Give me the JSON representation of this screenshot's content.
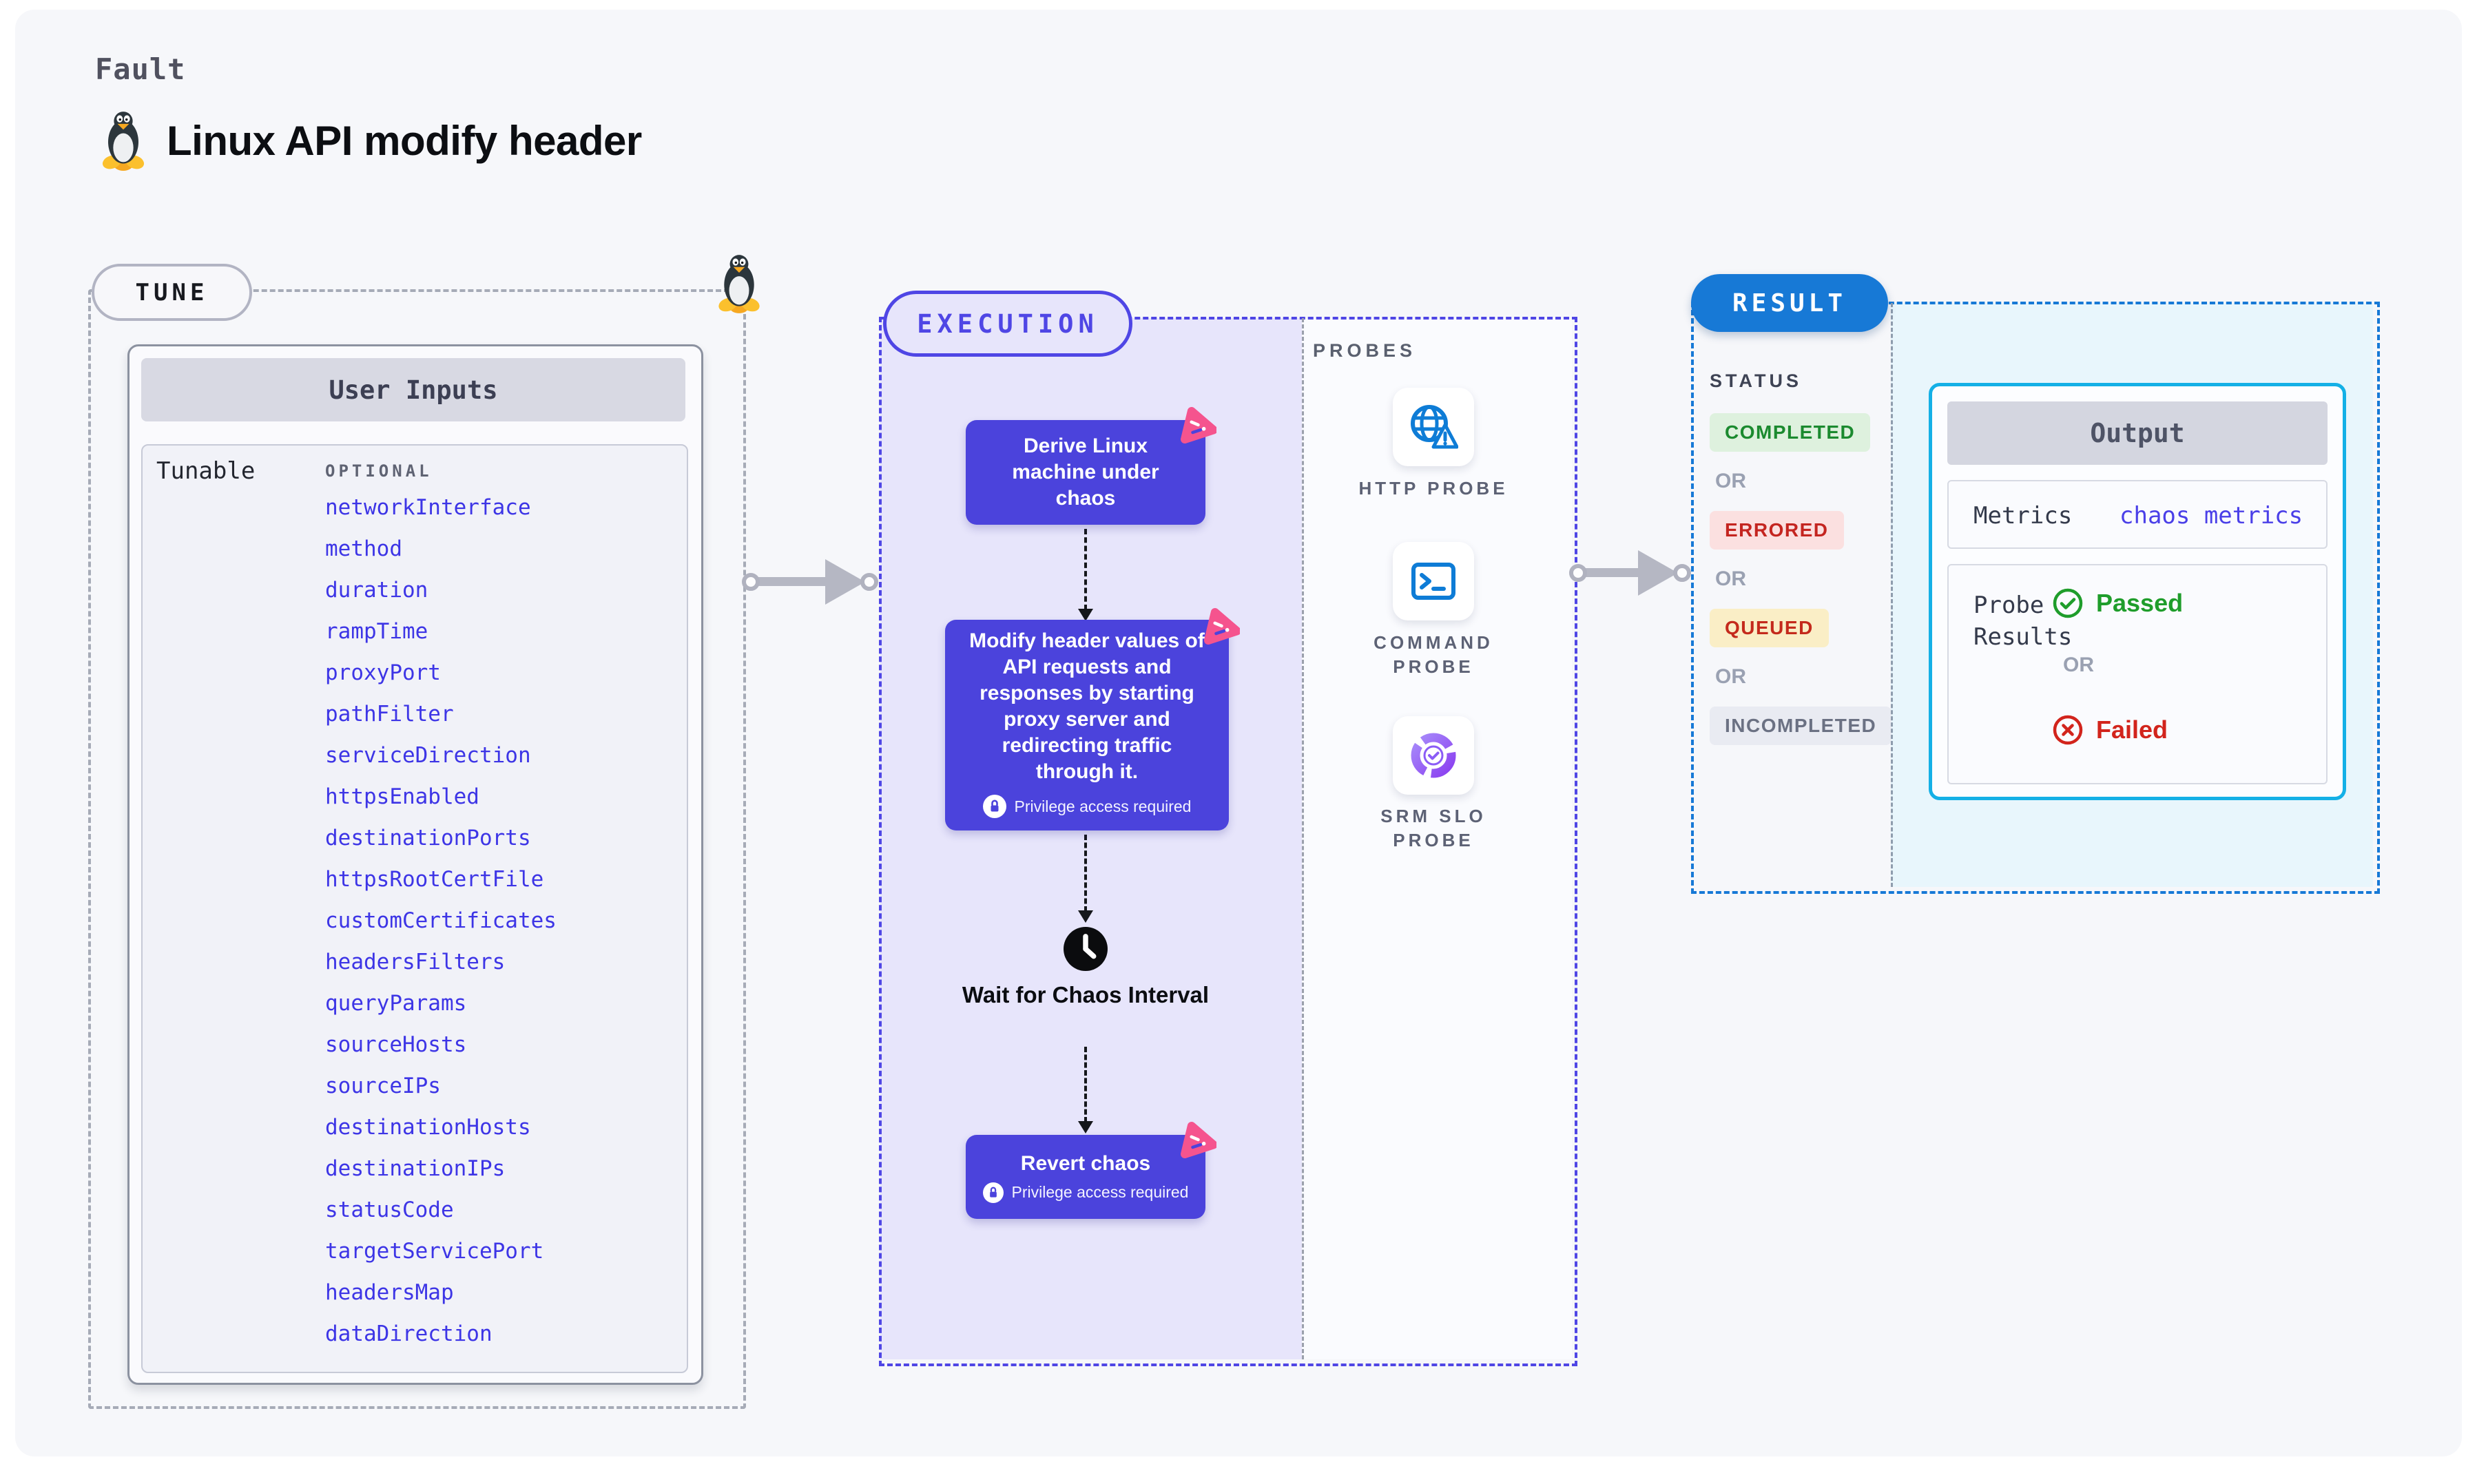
{
  "page": {
    "kicker": "Fault",
    "title": "Linux API modify header"
  },
  "tune": {
    "badge": "TUNE",
    "card_header": "User Inputs",
    "row_label": "Tunable",
    "column_header": "OPTIONAL",
    "params": [
      "networkInterface",
      "method",
      "duration",
      "rampTime",
      "proxyPort",
      "pathFilter",
      "serviceDirection",
      "httpsEnabled",
      "destinationPorts",
      "httpsRootCertFile",
      "customCertificates",
      "headersFilters",
      "queryParams",
      "sourceHosts",
      "sourceIPs",
      "destinationHosts",
      "destinationIPs",
      "statusCode",
      "targetServicePort",
      "headersMap",
      "dataDirection"
    ]
  },
  "execution": {
    "badge": "EXECUTION",
    "step1": "Derive Linux machine under chaos",
    "step2": "Modify header values of API requests and responses by starting proxy server and redirecting traffic through it.",
    "wait_label": "Wait for Chaos Interval",
    "step3": "Revert chaos",
    "privilege_note": "Privilege access required"
  },
  "probes": {
    "label": "PROBES",
    "items": [
      {
        "label": "HTTP PROBE",
        "icon": "globe-alert-icon"
      },
      {
        "label": "COMMAND PROBE",
        "icon": "terminal-icon"
      },
      {
        "label": "SRM SLO PROBE",
        "icon": "slo-donut-icon"
      }
    ]
  },
  "result": {
    "badge": "RESULT",
    "status_label": "STATUS",
    "or_label": "OR",
    "statuses": [
      {
        "label": "COMPLETED",
        "fg": "#1b8a2f",
        "bg": "#def1de"
      },
      {
        "label": "ERRORED",
        "fg": "#c42520",
        "bg": "#fbe0e0"
      },
      {
        "label": "QUEUED",
        "fg": "#c42a1c",
        "bg": "#faeec6"
      },
      {
        "label": "INCOMPLETED",
        "fg": "#6b7183",
        "bg": "#e9ebf2"
      }
    ],
    "output": {
      "header": "Output",
      "metrics_label": "Metrics",
      "metrics_value": "chaos metrics",
      "probe_results_label": "Probe Results",
      "passed_label": "Passed",
      "failed_label": "Failed"
    }
  },
  "colors": {
    "accent_indigo": "#4b43dc",
    "accent_blue": "#1779d6",
    "accent_cyan": "#14b0e6",
    "passed_green": "#1f9d2b",
    "failed_red": "#d2241c",
    "link_indigo": "#3d35e6",
    "chaos_pink": "#f5548e"
  }
}
